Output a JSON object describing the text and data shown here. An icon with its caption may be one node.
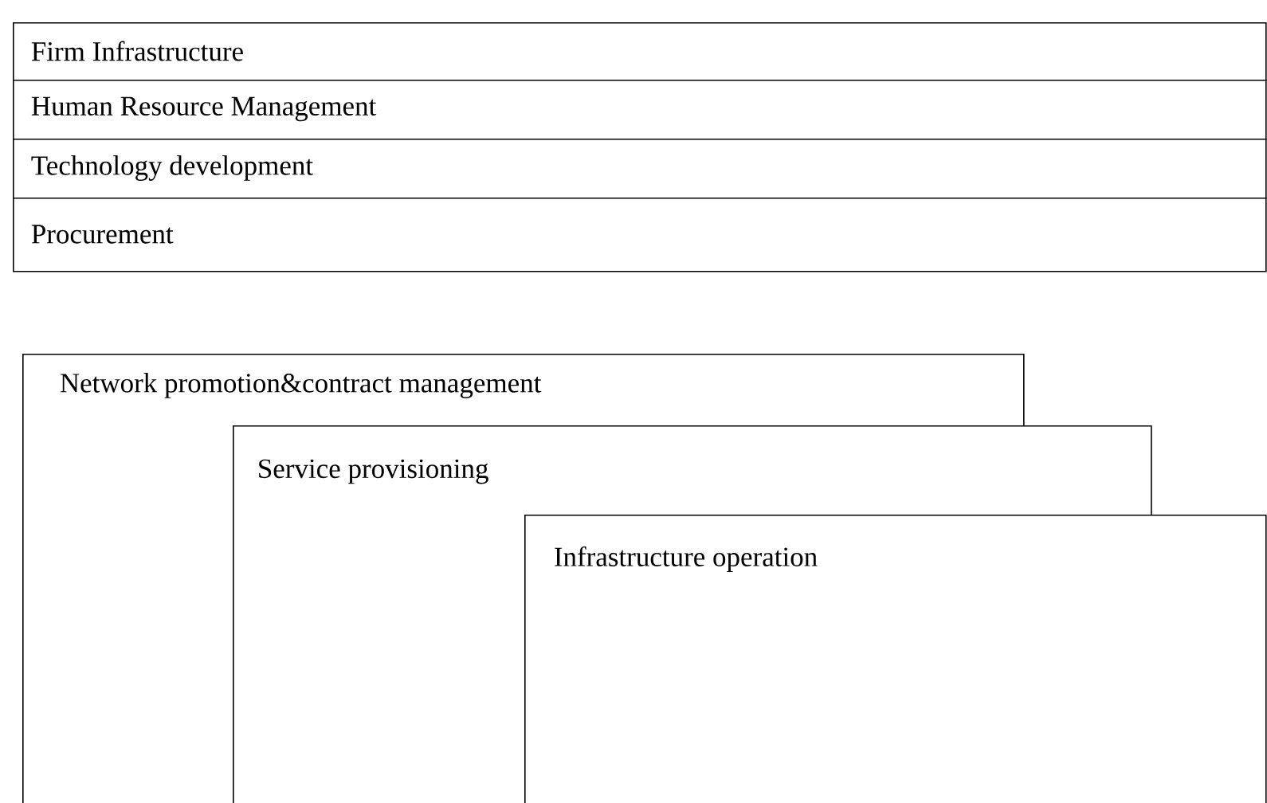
{
  "diagram": {
    "nodes": [
      {
        "text": [
          "Firm Infrastructure"
        ]
      },
      {
        "text": [
          "Human Resource Management"
        ]
      },
      {
        "text": [
          "Technology development"
        ]
      },
      {
        "text": [
          "Procurement"
        ]
      },
      {
        "text": [
          "Network promotion&contract management"
        ]
      },
      {
        "text": [
          "Service provisioning"
        ]
      },
      {
        "text": [
          "Infrastructure operation"
        ]
      }
    ]
  }
}
